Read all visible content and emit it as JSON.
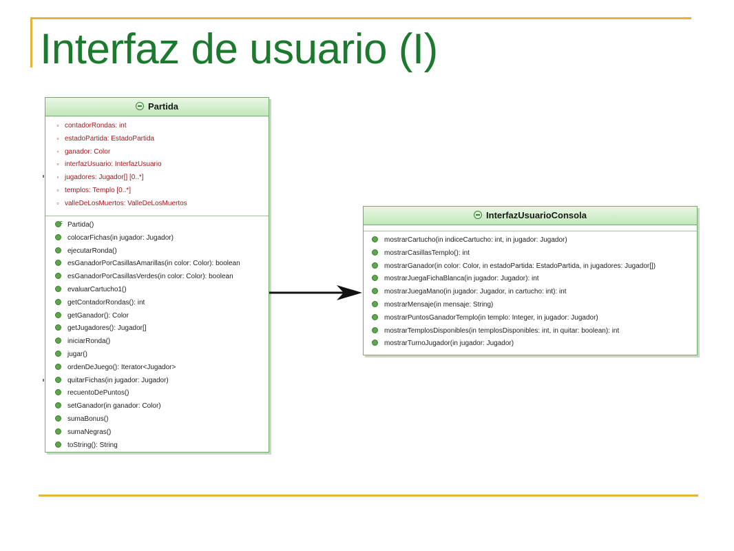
{
  "slide": {
    "title": "Interfaz de usuario (I)"
  },
  "classes": {
    "partida": {
      "name": "Partida",
      "attributes": [
        "contadorRondas: int",
        "estadoPartida: EstadoPartida",
        "ganador: Color",
        "interfazUsuario: InterfazUsuario",
        "jugadores: Jugador[] [0..*]",
        "templos: Templo [0..*]",
        "valleDeLosMuertos: ValleDeLosMuertos"
      ],
      "operations": [
        "Partida()",
        "colocarFichas(in jugador: Jugador)",
        "ejecutarRonda()",
        "esGanadorPorCasillasAmarillas(in color: Color): boolean",
        "esGanadorPorCasillasVerdes(in color: Color): boolean",
        "evaluarCartucho1()",
        "getContadorRondas(): int",
        "getGanador(): Color",
        "getJugadores(): Jugador[]",
        "iniciarRonda()",
        "jugar()",
        "ordenDeJuego(): Iterator<Jugador>",
        "quitarFichas(in jugador: Jugador)",
        "recuentoDePuntos()",
        "setGanador(in ganador: Color)",
        "sumaBonus()",
        "sumaNegras()",
        "toString(): String"
      ]
    },
    "interfaz": {
      "name": "InterfazUsuarioConsola",
      "operations": [
        "mostrarCartucho(in indiceCartucho: int, in jugador: Jugador)",
        "mostrarCasillasTemplo(): int",
        "mostrarGanador(in color: Color, in estadoPartida: EstadoPartida, in jugadores: Jugador[])",
        "mostrarJuegaFichaBlanca(in jugador: Jugador): int",
        "mostrarJuegaMano(in jugador: Jugador, in cartucho: int): int",
        "mostrarMensaje(in mensaje: String)",
        "mostrarPuntosGanadorTemplo(in templo: Integer, in jugador: Jugador)",
        "mostrarTemplosDisponibles(in templosDisponibles: int, in quitar: boolean): int",
        "mostrarTurnoJugador(in jugador: Jugador)"
      ]
    }
  },
  "colors": {
    "title": "#1b7a2e",
    "rule": "#e6b23a",
    "attribute_text": "#a3171b",
    "operation_dot": "#5ea54e",
    "class_border": "#6fae6a"
  }
}
